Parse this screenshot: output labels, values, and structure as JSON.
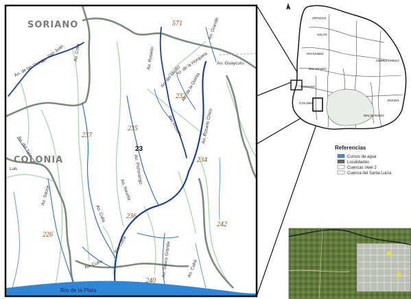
{
  "detail_map": {
    "departments": [
      "SORIANO",
      "COLONIA"
    ],
    "basin_main": "23",
    "basins": [
      "571",
      "232",
      "235",
      "237",
      "234",
      "236",
      "226",
      "242",
      "240"
    ],
    "localities": [
      "Luis"
    ],
    "rio_de_la_plata": "Río de la Plata",
    "streams": [
      "Ao. San Juan",
      "Ao. de las Vacas",
      "Ao. Colla",
      "Ao. Guaycuru",
      "Ao. Grande",
      "Ao. Rosario",
      "Ao. de la Horqueta",
      "Ao. del Medio",
      "Ao. de la Quinta",
      "Ao. Rosario Chico",
      "Río Rosario",
      "Ao. del Tala",
      "Ao. Pichinango",
      "Ao. Naveta",
      "Ao. Sauce",
      "Ao. Cufre",
      "Río Cufré",
      "Ao. Sauce Grande",
      "Ao. Colla",
      "Ao. Cufré"
    ]
  },
  "overview_map": {
    "north_label": "N",
    "departments": [
      "ARTIGAS",
      "SALTO",
      "PAYSANDÚ",
      "RÍO NEGRO",
      "SORIANO",
      "COLONIA",
      "CERRO LARGO",
      "ROCHA",
      "MALDONADO"
    ]
  },
  "legend": {
    "title": "Referencias",
    "items": [
      {
        "label": "Cursos de agua",
        "swatch": "#3b8fd8"
      },
      {
        "label": "Localidades",
        "swatch": "#666666"
      },
      {
        "label": "Cuencas nivel 2",
        "swatch": "#ffffff"
      },
      {
        "label": "Cuenca del Santa Lucía",
        "swatch": "#ffffff"
      }
    ]
  },
  "colors": {
    "river": "#1d3f96",
    "stream": "#3470c0",
    "subbasin": "#a8d5b0",
    "dept_border": "#7c8a7c",
    "sea": "#2f86d6",
    "frame": "#111111"
  }
}
